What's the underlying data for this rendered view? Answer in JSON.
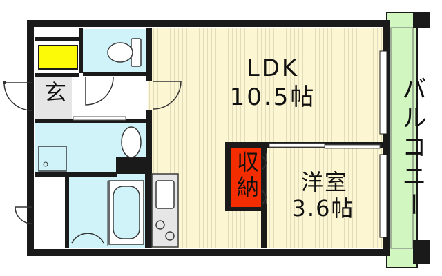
{
  "rooms": {
    "ldk": {
      "name": "LDK",
      "size": "10.5帖"
    },
    "bedroom": {
      "name": "洋室",
      "size": "3.6帖"
    },
    "entrance": {
      "name": "玄"
    },
    "storage": {
      "name": "収納"
    },
    "balcony": {
      "name": "バルコニー"
    }
  },
  "colors": {
    "wall": "#1a1a1a",
    "floor_wood": "#fdf6d2",
    "floor_line": "#c9c2a6",
    "wet_area": "#cff3f8",
    "storage": "#f32d00",
    "balcony": "#d2f6c0",
    "shoe_box": "#fdfa07",
    "entrance_floor": "#e6e6e6",
    "fixture_stroke": "#3a3a3a"
  }
}
